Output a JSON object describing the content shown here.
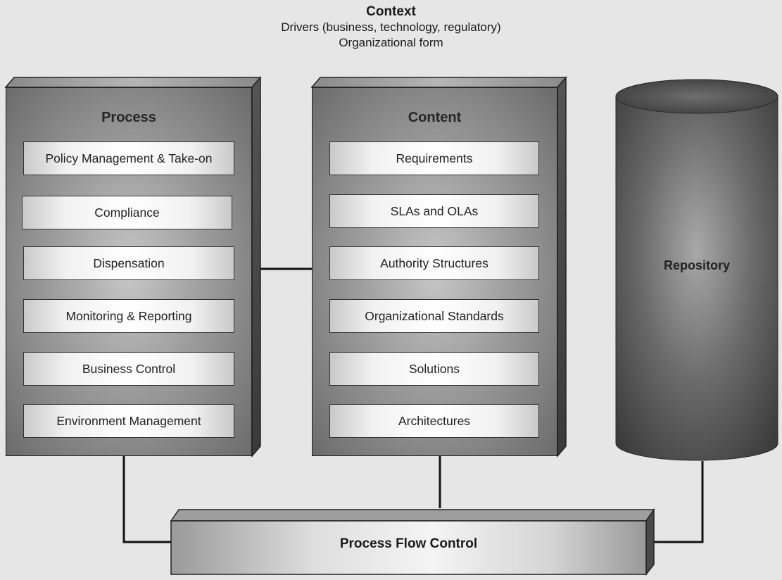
{
  "header": {
    "title": "Context",
    "line1": "Drivers (business, technology, regulatory)",
    "line2": "Organizational form"
  },
  "process": {
    "title": "Process",
    "items": [
      "Policy Management & Take-on",
      "Compliance",
      "Dispensation",
      "Monitoring & Reporting",
      "Business Control",
      "Environment Management"
    ]
  },
  "content": {
    "title": "Content",
    "items": [
      "Requirements",
      "SLAs and OLAs",
      "Authority Structures",
      "Organizational Standards",
      "Solutions",
      "Architectures"
    ]
  },
  "repository": {
    "label": "Repository"
  },
  "flow_control": {
    "label": "Process Flow Control"
  }
}
